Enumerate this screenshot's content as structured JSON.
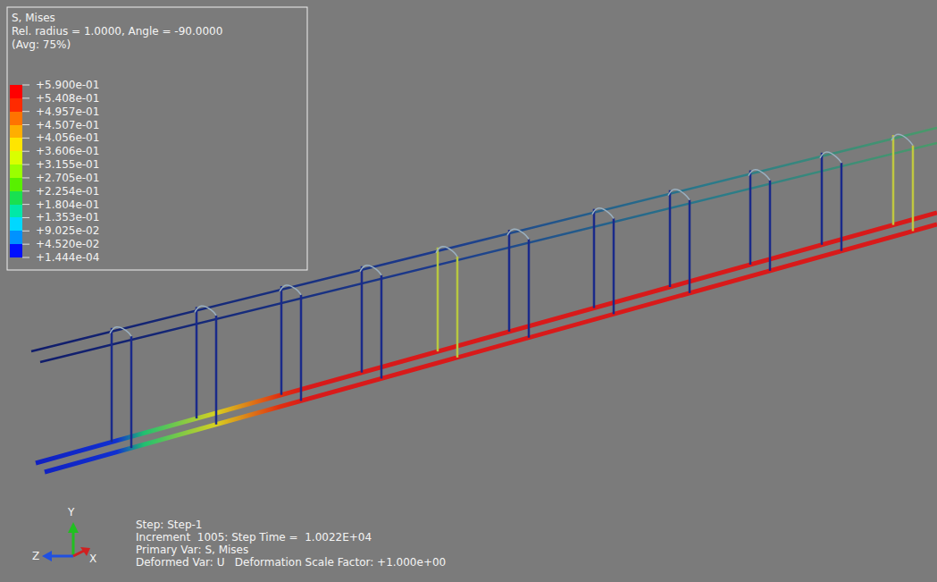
{
  "diagram": {
    "labels": [
      "S, Mises",
      "Rel. radius = 1.0000, Angle = -90.0000",
      "(Avg: 75%)",
      "+1.444e-04",
      "Y",
      "Z",
      "X",
      "Step: Step-1",
      "Increment  1005: Step Time =  1.0022E+04",
      "Primary Var: S, Mises",
      "Deformed Var: U   Deformation Scale Factor: +1.000e+00"
    ],
    "legend": [
      {
        "text": "+5.900e-01",
        "color": "#ff0000"
      },
      {
        "text": "+5.408e-01",
        "color": "#ff2a00"
      },
      {
        "text": "+4.957e-01",
        "color": "#ff7300"
      },
      {
        "text": "+4.507e-01",
        "color": "#ffae00"
      },
      {
        "text": "+4.056e-01",
        "color": "#ffe500"
      },
      {
        "text": "+3.606e-01",
        "color": "#d9ff00"
      },
      {
        "text": "+3.155e-01",
        "color": "#9aff00"
      },
      {
        "text": "+2.705e-01",
        "color": "#58f000"
      },
      {
        "text": "+2.254e-01",
        "color": "#19e050"
      },
      {
        "text": "+1.804e-01",
        "color": "#00e8a8"
      },
      {
        "text": "+1.353e-01",
        "color": "#00d8ff"
      },
      {
        "text": "+9.025e-02",
        "color": "#0092ff"
      },
      {
        "text": "+4.520e-02",
        "color": "#0010ff"
      }
    ]
  }
}
